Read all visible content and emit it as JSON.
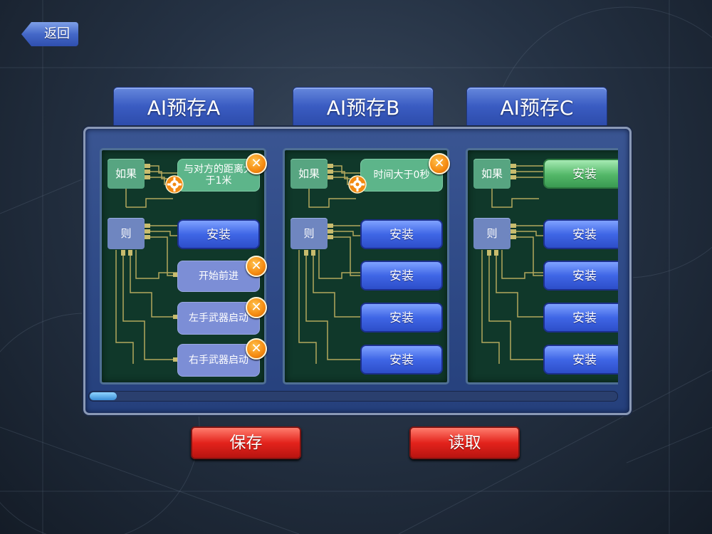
{
  "back_label": "返回",
  "tabs": [
    "AI预存A",
    "AI预存B",
    "AI预存C"
  ],
  "boards": [
    {
      "if_label": "如果",
      "then_label": "则",
      "condition": "与对方的距离大于1米",
      "actions": [
        "安装",
        "开始前进",
        "左手武器启动",
        "右手武器启动"
      ]
    },
    {
      "if_label": "如果",
      "then_label": "则",
      "condition": "时间大于0秒",
      "actions": [
        "安装",
        "安装",
        "安装",
        "安装"
      ]
    },
    {
      "if_label": "如果",
      "then_label": "则",
      "condition": "安装",
      "actions": [
        "安装",
        "安装",
        "安装",
        "安装"
      ]
    }
  ],
  "icons": {
    "close": "close-icon",
    "settings": "gear-icon"
  },
  "scroll_position": 0,
  "save_label": "保存",
  "load_label": "读取",
  "colors": {
    "tab": "#3a5cc2",
    "board": "#10382a",
    "action_blue": "#3f66e6",
    "button_red": "#e3231c"
  }
}
